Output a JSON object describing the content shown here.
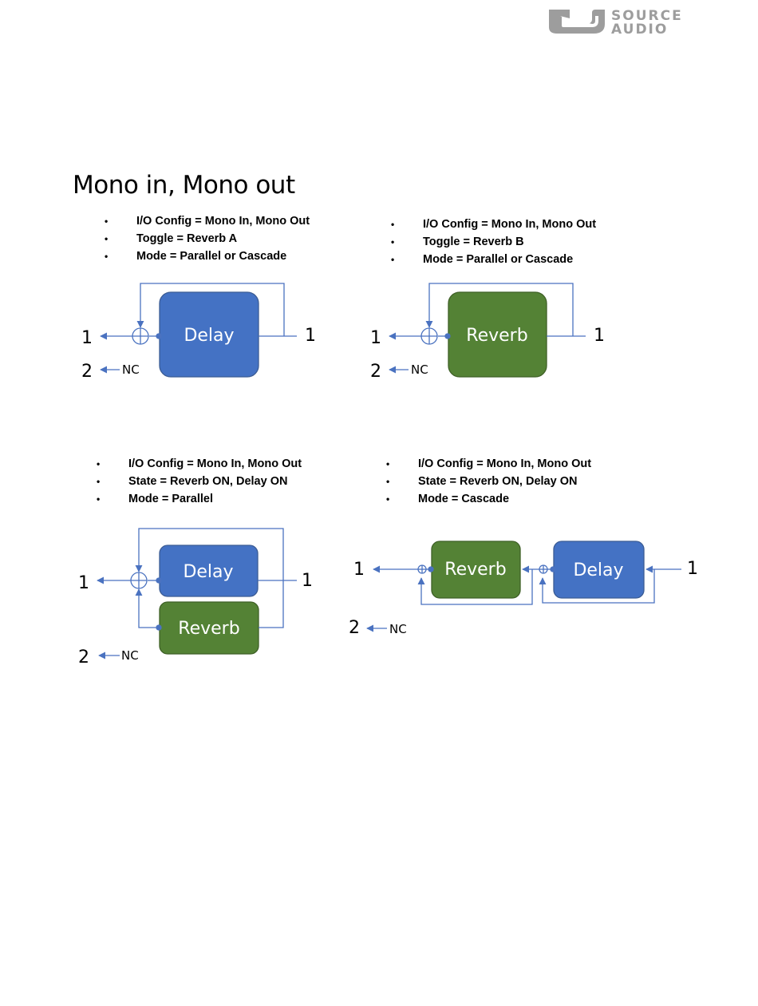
{
  "header": {
    "brand_line1": "SOURCE",
    "brand_line2": "AUDIO",
    "brand_color": "#9d9d9d"
  },
  "page": {
    "title": "Mono in, Mono out"
  },
  "colors": {
    "delay_block": "#4472c4",
    "reverb_block": "#548235",
    "wire": "#4a72c0",
    "block_border": "#3b5c94"
  },
  "panels": [
    {
      "bullets": [
        "I/O Config = Mono In, Mono Out",
        "Toggle = Reverb A",
        "Mode = Parallel or Cascade"
      ],
      "blocks": [
        "Delay"
      ],
      "outputs": [
        "1",
        "2"
      ],
      "input": "1",
      "nc": "NC"
    },
    {
      "bullets": [
        "I/O Config = Mono In, Mono Out",
        "Toggle = Reverb B",
        "Mode = Parallel or Cascade"
      ],
      "blocks": [
        "Reverb"
      ],
      "outputs": [
        "1",
        "2"
      ],
      "input": "1",
      "nc": "NC"
    },
    {
      "bullets": [
        "I/O Config = Mono In, Mono Out",
        "State = Reverb ON, Delay ON",
        "Mode = Parallel"
      ],
      "blocks": [
        "Delay",
        "Reverb"
      ],
      "outputs": [
        "1",
        "2"
      ],
      "input": "1",
      "nc": "NC"
    },
    {
      "bullets": [
        "I/O Config = Mono In, Mono Out",
        "State = Reverb ON, Delay ON",
        "Mode = Cascade"
      ],
      "blocks": [
        "Reverb",
        "Delay"
      ],
      "outputs": [
        "1",
        "2"
      ],
      "input": "1",
      "nc": "NC"
    }
  ]
}
